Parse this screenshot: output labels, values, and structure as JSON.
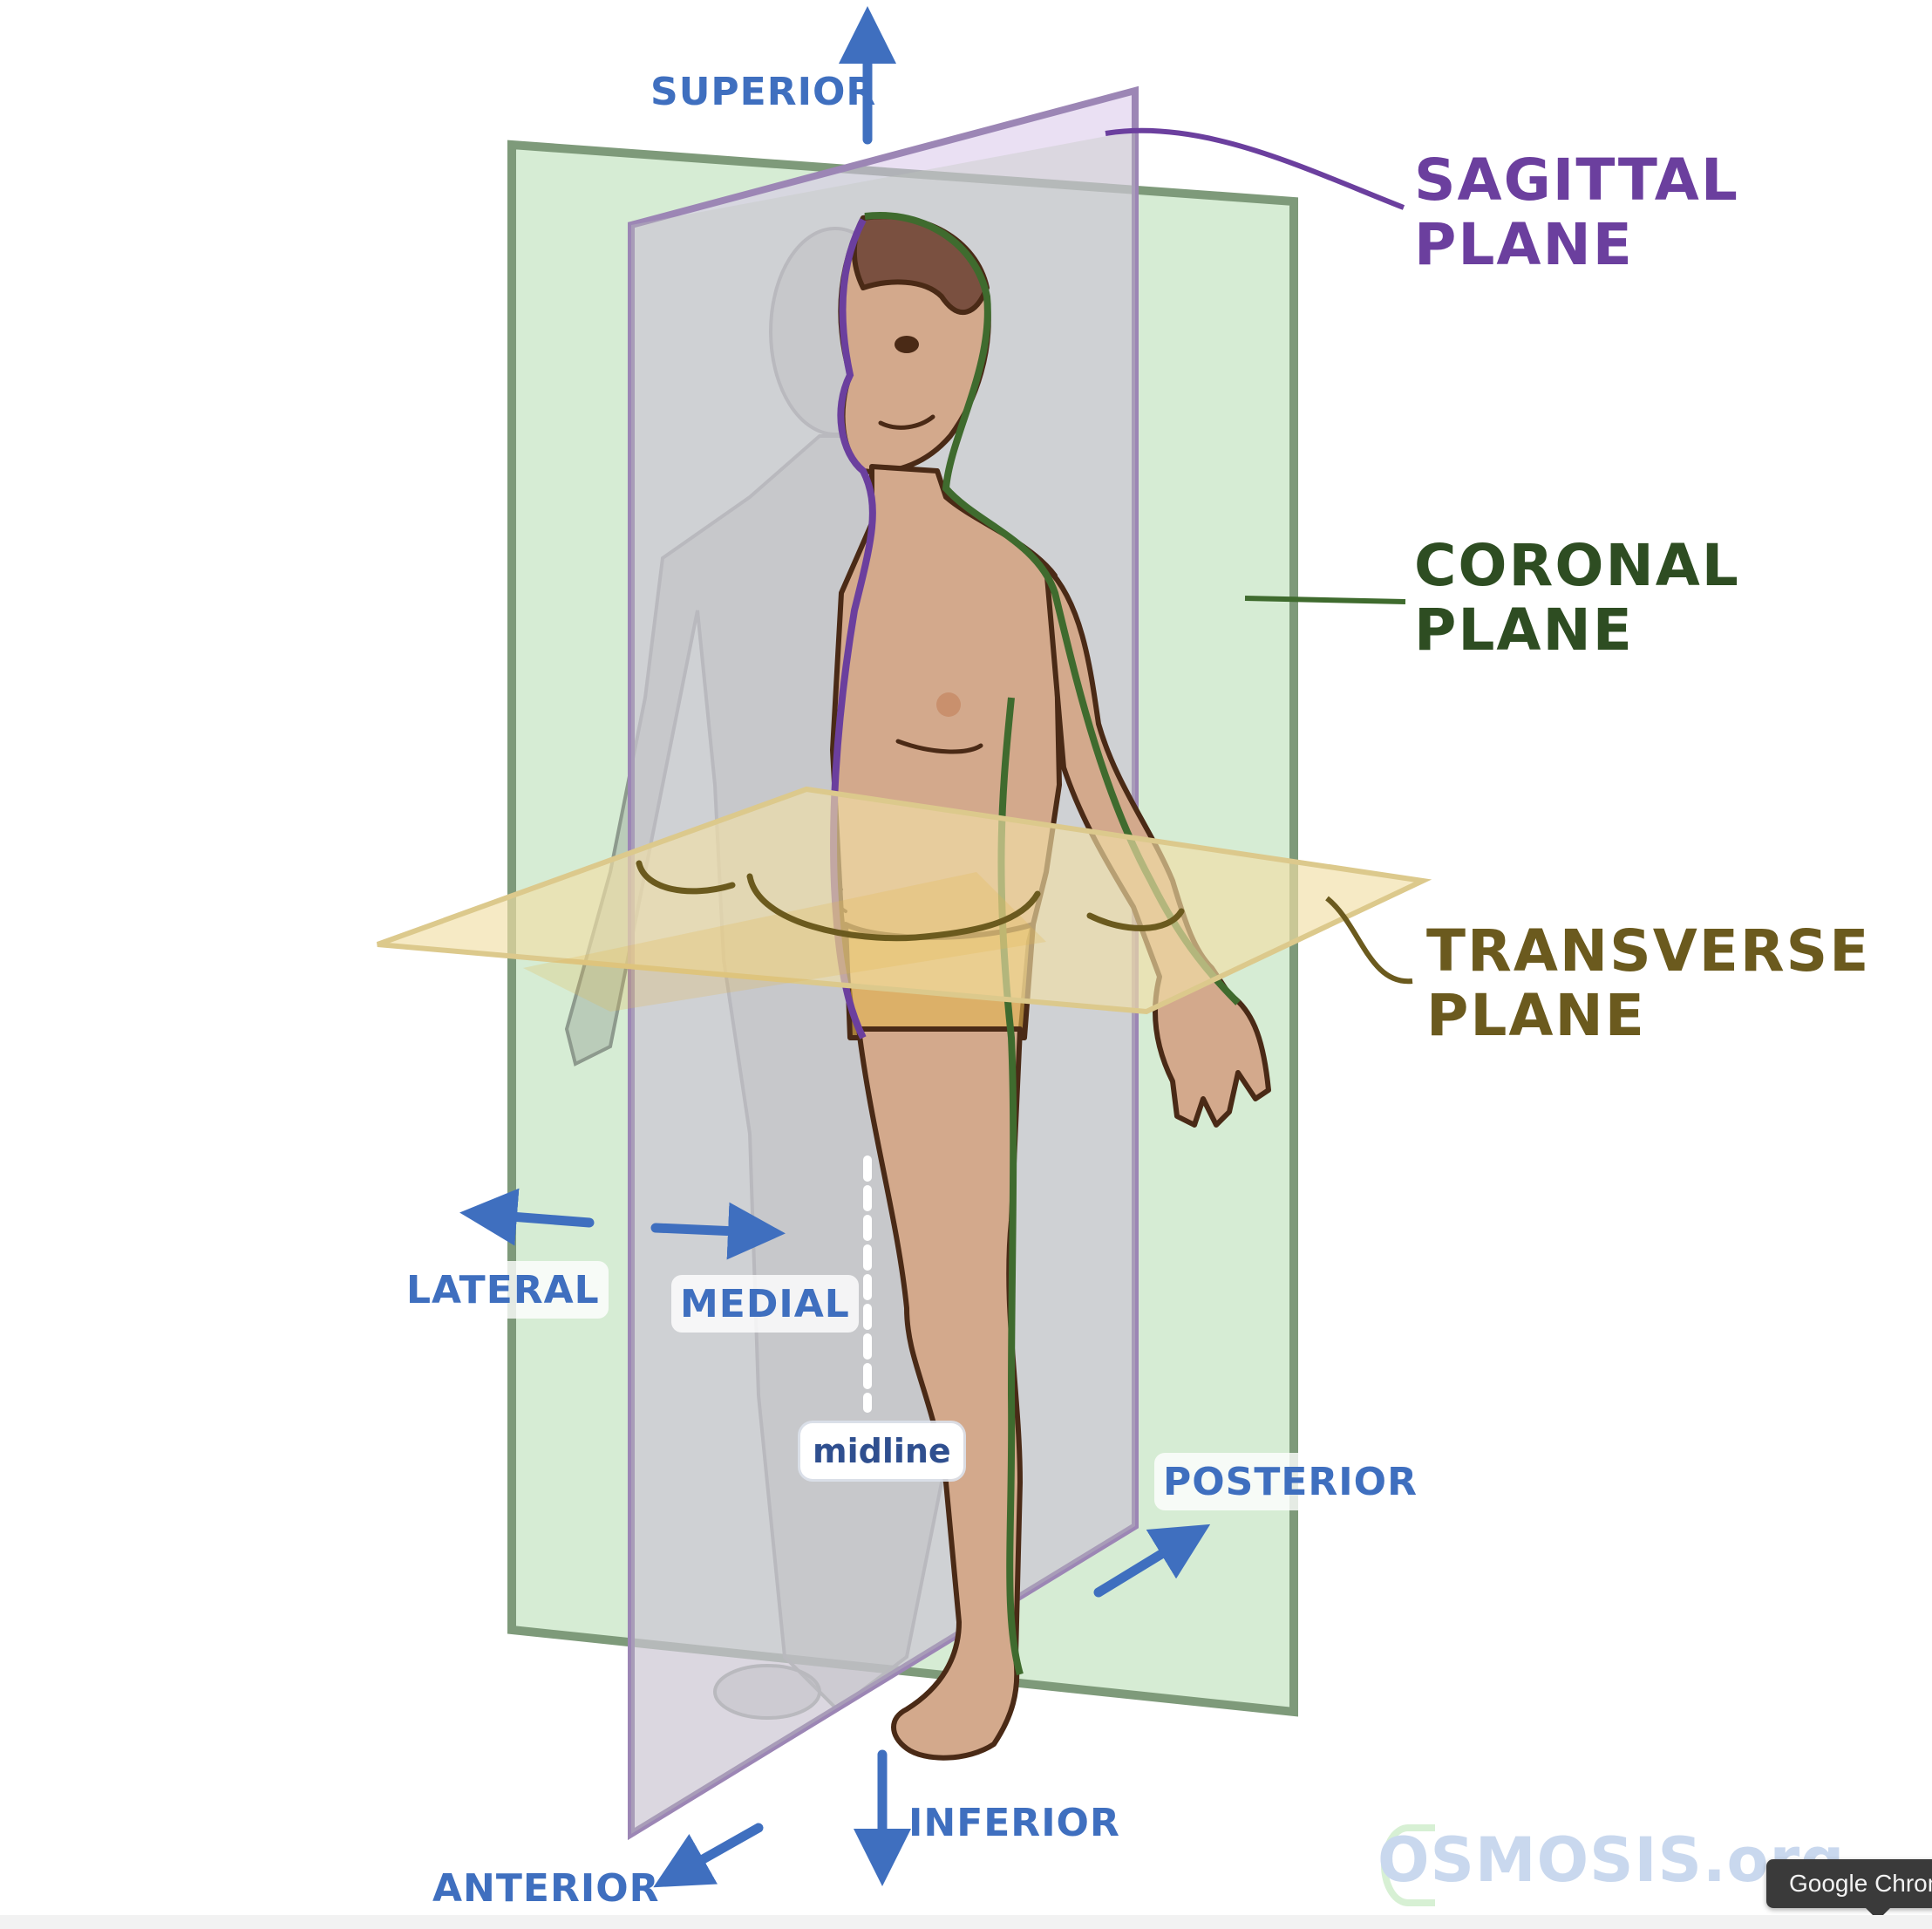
{
  "directions": {
    "superior": "SUPERIOR",
    "inferior": "INFERIOR",
    "lateral": "LATERAL",
    "medial": "MEDIAL",
    "anterior": "ANTERIOR",
    "posterior": "POSTERIOR",
    "midline": "midline"
  },
  "planes": {
    "sagittal": {
      "line1": "SAGITTAL",
      "line2": "PLANE",
      "color": "#6b3f9e"
    },
    "coronal": {
      "line1": "CORONAL",
      "line2": "PLANE",
      "color": "#2e4d22"
    },
    "transverse": {
      "line1": "TRANSVERSE",
      "line2": "PLANE",
      "color": "#6b5a1e"
    }
  },
  "brand": "OSMOSIS.org",
  "tooltip": "Google Chrome",
  "colors": {
    "arrow": "#3f6fbf",
    "sagittal_fill": "#d9c6ea",
    "coronal_fill": "#cfe9cc",
    "transverse_fill": "#f1dfa6",
    "skin": "#d3a98c",
    "outline": "#4a2a16"
  }
}
